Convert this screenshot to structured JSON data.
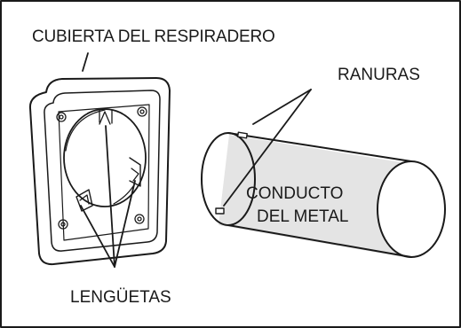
{
  "labels": {
    "vent_cover": "CUBIERTA DEL RESPIRADERO",
    "slots": "RANURAS",
    "metal_duct_line1": "CONDUCTO",
    "metal_duct_line2": "DEL METAL",
    "tabs": "LENGÜETAS"
  },
  "colors": {
    "ink": "#1a1a1a",
    "background": "#ffffff",
    "duct_shade": "#e4e4e4"
  }
}
